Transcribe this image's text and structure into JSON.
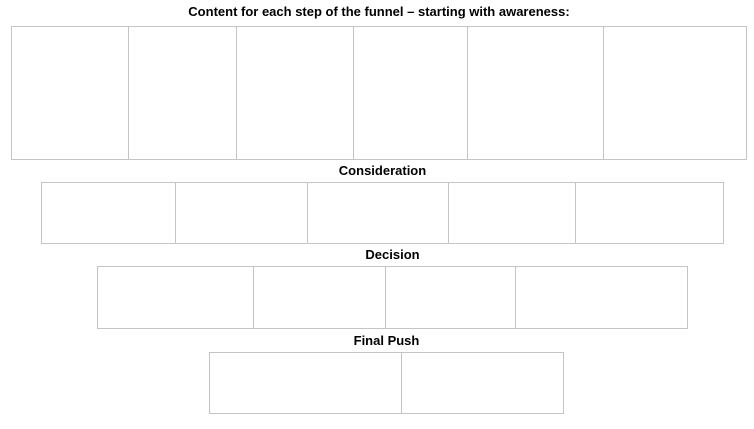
{
  "page": {
    "background": "#ffffff",
    "border_color": "#c4c4c4",
    "text_color": "#000000"
  },
  "funnel": {
    "title": "Content for each step of the funnel – starting with awareness:",
    "stages": [
      {
        "id": "awareness",
        "label": "",
        "cell_count": 6,
        "cell_content": [
          "",
          "",
          "",
          "",
          "",
          ""
        ]
      },
      {
        "id": "consideration",
        "label": "Consideration",
        "cell_count": 5,
        "cell_content": [
          "",
          "",
          "",
          "",
          ""
        ]
      },
      {
        "id": "decision",
        "label": "Decision",
        "cell_count": 4,
        "cell_content": [
          "",
          "",
          "",
          ""
        ]
      },
      {
        "id": "final-push",
        "label": "Final Push",
        "cell_count": 2,
        "cell_content": [
          "",
          ""
        ]
      }
    ]
  }
}
